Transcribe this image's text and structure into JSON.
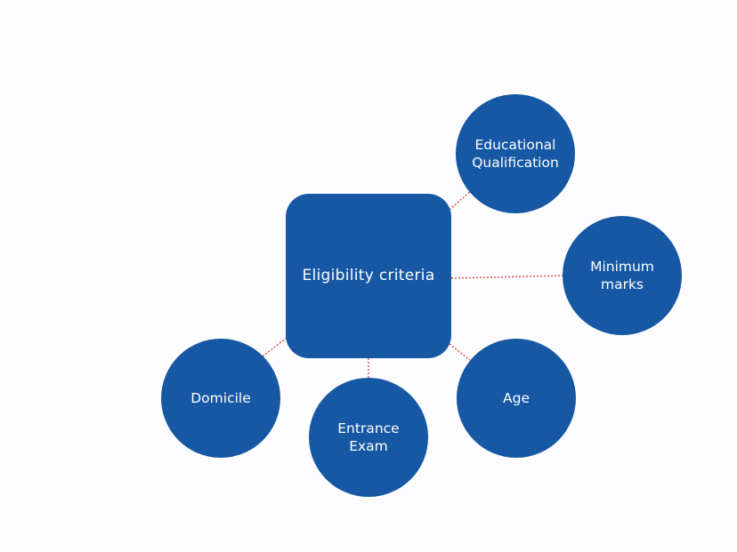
{
  "diagram": {
    "center": {
      "label": "Eligibility criteria",
      "color": "#1658a3"
    },
    "nodes": [
      {
        "id": "educational-qualification",
        "label_line1": "Educational",
        "label_line2": "Qualification"
      },
      {
        "id": "minimum-marks",
        "label_line1": "Minimum",
        "label_line2": "marks"
      },
      {
        "id": "age",
        "label_line1": "Age",
        "label_line2": ""
      },
      {
        "id": "entrance-exam",
        "label_line1": "Entrance",
        "label_line2": "Exam"
      },
      {
        "id": "domicile",
        "label_line1": "Domicile",
        "label_line2": ""
      }
    ],
    "connector_color": "#d94a4a",
    "connector_style": "dotted"
  }
}
